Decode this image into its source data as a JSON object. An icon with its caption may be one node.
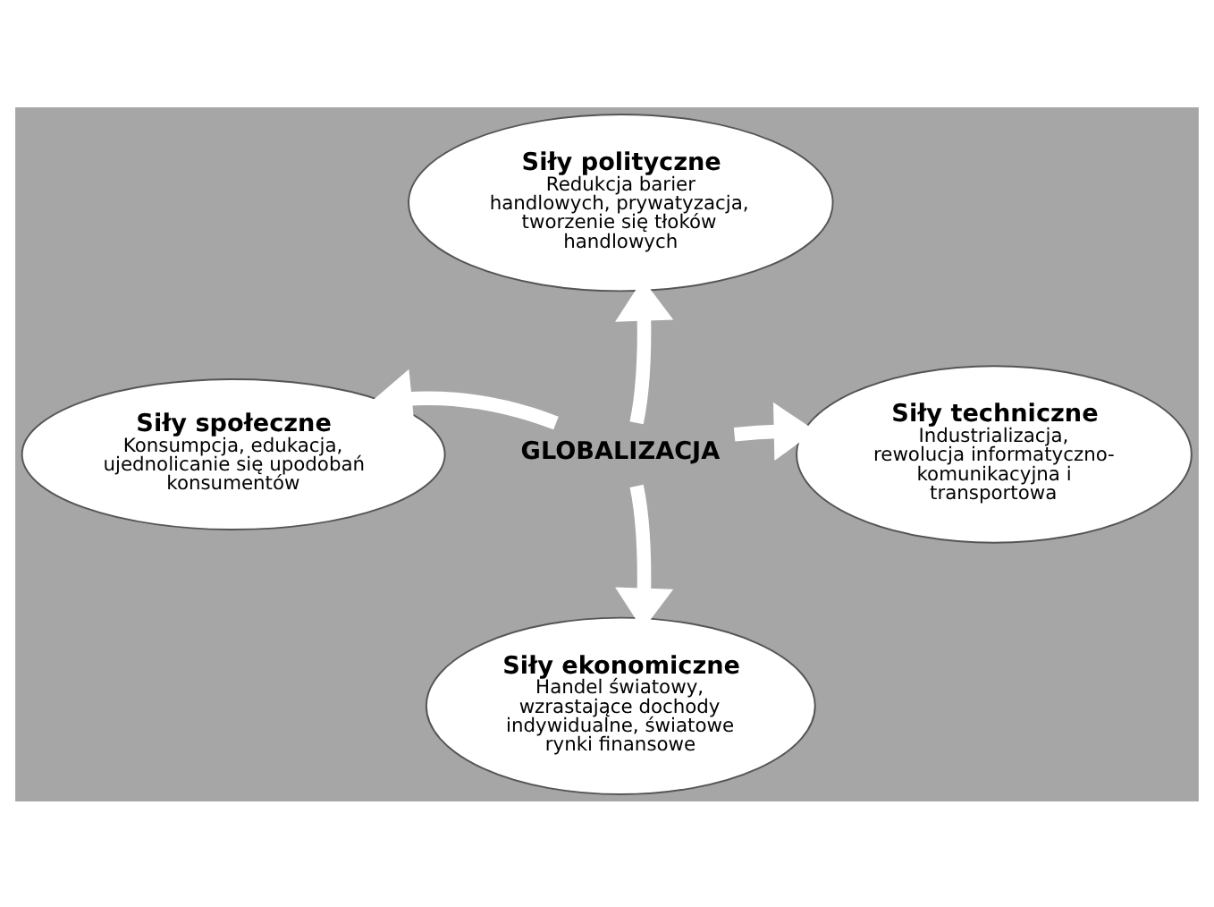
{
  "diagram": {
    "nodes": [
      {
        "text": [
          "Siły polityczne",
          "Redukcja barier handlowych, prywatyzacja, tworzenie się tłoków handlowych"
        ]
      },
      {
        "text": [
          "Siły społeczne",
          "Konsumpcja, edukacja, ujednolicanie się upodobań konsumentów"
        ]
      },
      {
        "text": [
          "Siły techniczne",
          "Industrializacja, rewolucja informatyczno-komunikacyjna i transportowa"
        ]
      },
      {
        "text": [
          "Siły ekonomiczne",
          "Handel światowy, wzrastające dochody indywidualne, światowe rynki finansowe"
        ]
      },
      {
        "text": [
          "GLOBALIZACJA"
        ]
      }
    ],
    "edges": [
      {
        "from": 4,
        "to": 0,
        "arrow": "to"
      },
      {
        "from": 4,
        "to": 1,
        "arrow": "to"
      },
      {
        "from": 4,
        "to": 2,
        "arrow": "to"
      },
      {
        "from": 4,
        "to": 3,
        "arrow": "to"
      }
    ]
  }
}
